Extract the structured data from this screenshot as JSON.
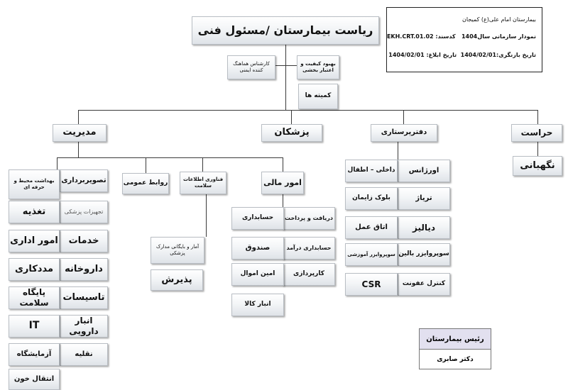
{
  "info": {
    "hospital": "بیمارستان امام علی(ع) کمیجان",
    "chart_line": "نمودار سازمانی سال1404",
    "code_label": "کدسند:",
    "code": "EKH.CRT.01.02",
    "review_label": "تاریخ بازنگری:",
    "review_date": "1404/02/01",
    "issue_label": "تاریخ ابلاغ:",
    "issue_date": "1404/02/01"
  },
  "top": "ریاست بیمارستان /مسئول فنی",
  "staff": {
    "safety": "کارشناس هماهنگ کننده ایمنی",
    "quality": "بهبود کیفیت و اعتبار بخشی",
    "committees": "کمیته ها"
  },
  "branches": {
    "management": "مدیریت",
    "physicians": "پزشکان",
    "nursing": "دفترپرستاری",
    "security": "حراست"
  },
  "security_items": {
    "guard": "نگهبانی"
  },
  "management_groups": {
    "public_relations": "روابط عمومی",
    "it": "فناوری اطلاعات سلامت",
    "finance": "امور مالی"
  },
  "management_col_right": [
    "تصویربرداری",
    "تجهیزات پزشکی",
    "خدمات",
    "داروخانه",
    "تاسیسات",
    "انبار دارویی",
    "نقلیه"
  ],
  "management_col_left": [
    "بهداشت محیط و حرفه ای",
    "تغذیه",
    "امور اداری",
    "مددکاری",
    "پایگاه سلامت",
    "IT",
    "آزمایشگاه",
    "انتقال خون"
  ],
  "it_children": [
    "آمار و بایگانی مدارک پزشکی",
    "پذیرش"
  ],
  "finance_col_right": [
    "دریافت و پرداخت",
    "حسابداری درآمد",
    "کارپردازی"
  ],
  "finance_col_left": [
    "حسابداری",
    "صندوق",
    "امین اموال",
    "انبار کالا"
  ],
  "nursing_col_right": [
    "اورژانس",
    "تریاژ",
    "دیالیز",
    "سوپروایزر بالین",
    "کنترل عفونت"
  ],
  "nursing_col_left": [
    "داخلی – اطفال",
    "بلوک زایمان",
    "اتاق عمل",
    "سوپروایزر آموزشی",
    "CSR"
  ],
  "head_box": {
    "title": "رئیس بیمارستان",
    "name": "دکتر صابری"
  }
}
